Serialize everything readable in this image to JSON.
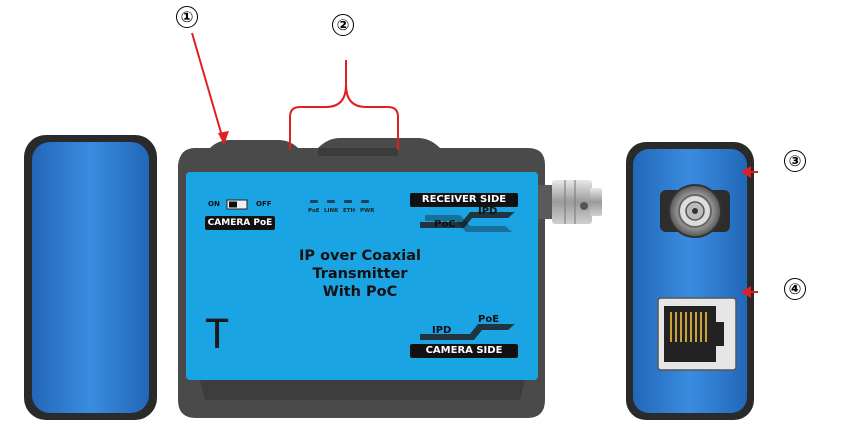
{
  "callouts": [
    "①",
    "②",
    "③",
    "④"
  ],
  "switch": {
    "on_label": "ON",
    "off_label": "OFF",
    "name": "CAMERA PoE"
  },
  "leds": [
    "PoE",
    "LINK",
    "ETH",
    "PWR"
  ],
  "receiver_side": "RECEIVER SIDE",
  "camera_side": "CAMERA SIDE",
  "top_arrows": {
    "right": "IPD",
    "left": "PoC"
  },
  "bottom_arrows": {
    "left": "IPD",
    "right": "PoE"
  },
  "title_lines": [
    "IP over Coaxial",
    "Transmitter",
    "With PoC"
  ],
  "logo": "T",
  "colors": {
    "body_blue": "#1aa4e4",
    "side_blue": "#2f7fd0",
    "casing": "#4a4a4a",
    "callout_line": "#e02020"
  }
}
